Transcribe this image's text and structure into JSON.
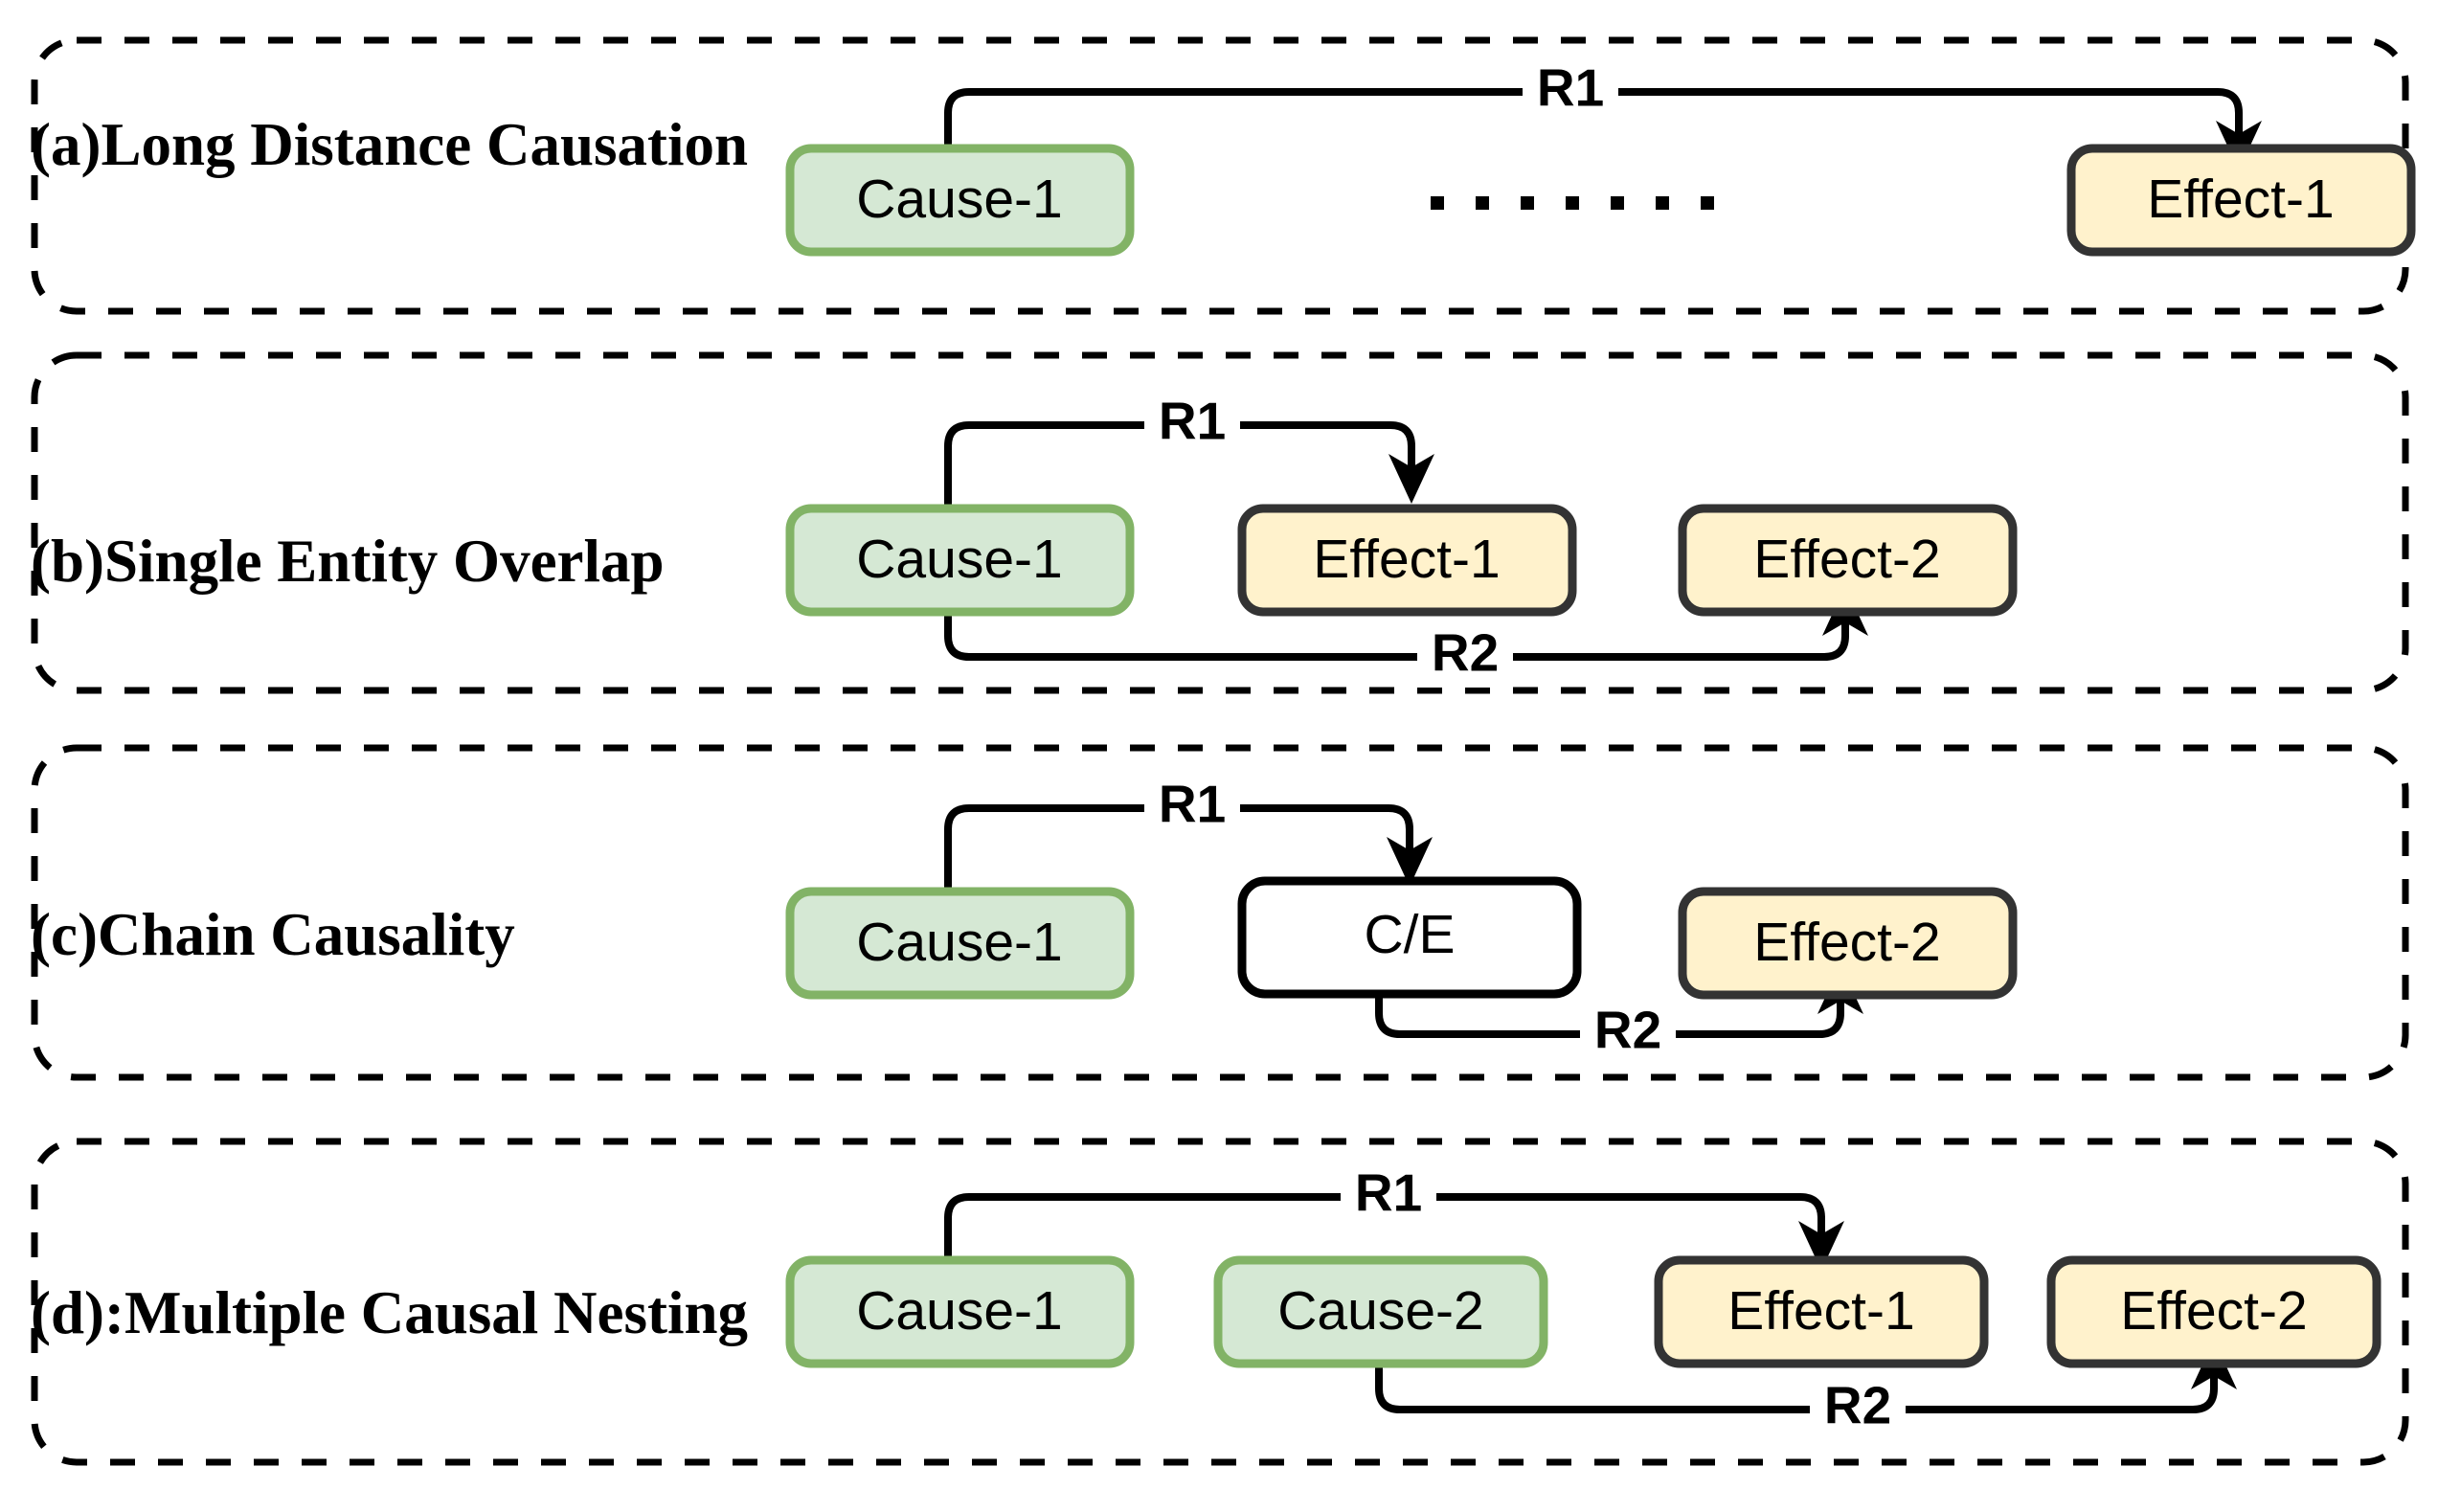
{
  "figure": {
    "title": "Causal relation extraction pattern taxonomy",
    "background": "#ffffff",
    "colors": {
      "cause_fill": "#d5e8d4",
      "cause_stroke": "#82b366",
      "effect_fill": "#fff2cc",
      "effect_stroke": "#333333",
      "ce_fill": "#ffffff",
      "ce_stroke": "#000000",
      "edge": "#000000",
      "panel_border": "#000000"
    }
  },
  "panels": [
    {
      "id": "a",
      "label": "(a)Long Distance Causation",
      "nodes": [
        {
          "key": "cause1",
          "text": "Cause-1",
          "type": "cause"
        },
        {
          "key": "effect1",
          "text": "Effect-1",
          "type": "effect"
        }
      ],
      "relations": [
        {
          "key": "r1",
          "text": "R1",
          "from": "cause1",
          "to": "effect1",
          "route": "above"
        }
      ],
      "ellipsis": {
        "text": ". . . . . . .",
        "dots": 7
      }
    },
    {
      "id": "b",
      "label": "(b)Single Entity  Overlap",
      "nodes": [
        {
          "key": "cause1",
          "text": "Cause-1",
          "type": "cause"
        },
        {
          "key": "effect1",
          "text": "Effect-1",
          "type": "effect"
        },
        {
          "key": "effect2",
          "text": "Effect-2",
          "type": "effect"
        }
      ],
      "relations": [
        {
          "key": "r1",
          "text": "R1",
          "from": "cause1",
          "to": "effect1",
          "route": "above"
        },
        {
          "key": "r2",
          "text": "R2",
          "from": "cause1",
          "to": "effect2",
          "route": "below"
        }
      ]
    },
    {
      "id": "c",
      "label": "(c)Chain Causality",
      "nodes": [
        {
          "key": "cause1",
          "text": "Cause-1",
          "type": "cause"
        },
        {
          "key": "ce",
          "text": "C/E",
          "type": "cause-effect"
        },
        {
          "key": "effect2",
          "text": "Effect-2",
          "type": "effect"
        }
      ],
      "relations": [
        {
          "key": "r1",
          "text": "R1",
          "from": "cause1",
          "to": "ce",
          "route": "above"
        },
        {
          "key": "r2",
          "text": "R2",
          "from": "ce",
          "to": "effect2",
          "route": "below"
        }
      ]
    },
    {
      "id": "d",
      "label": "(d):Multiple Causal Nesting",
      "nodes": [
        {
          "key": "cause1",
          "text": "Cause-1",
          "type": "cause"
        },
        {
          "key": "cause2",
          "text": "Cause-2",
          "type": "cause"
        },
        {
          "key": "effect1",
          "text": "Effect-1",
          "type": "effect"
        },
        {
          "key": "effect2",
          "text": "Effect-2",
          "type": "effect"
        }
      ],
      "relations": [
        {
          "key": "r1",
          "text": "R1",
          "from": "cause1",
          "to": "effect1",
          "route": "above"
        },
        {
          "key": "r2",
          "text": "R2",
          "from": "cause2",
          "to": "effect2",
          "route": "below"
        }
      ]
    }
  ]
}
